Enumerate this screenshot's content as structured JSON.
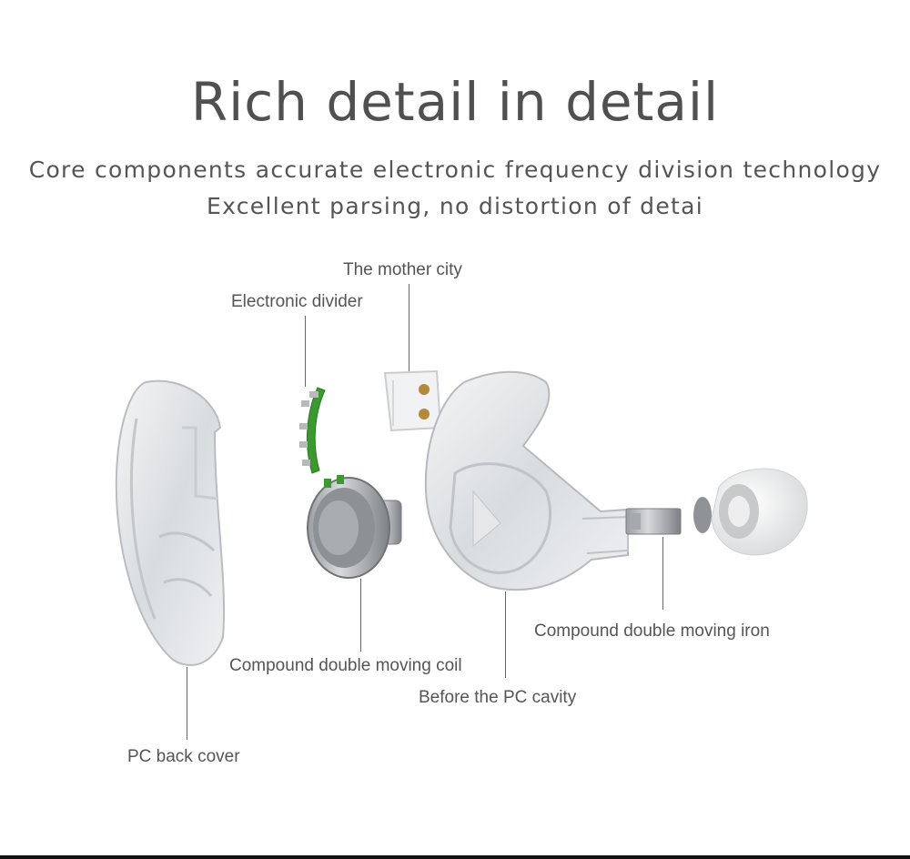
{
  "header": {
    "title": "Rich detail in detail",
    "subtitle_line1": "Core components accurate electronic frequency division technology",
    "subtitle_line2": "Excellent parsing, no distortion of detai"
  },
  "callouts": {
    "mother_city": "The mother city",
    "electronic_divider": "Electronic divider",
    "moving_coil": "Compound double moving coil",
    "moving_iron": "Compound double moving iron",
    "pc_cavity": "Before the PC cavity",
    "pc_back_cover": "PC back cover"
  },
  "colors": {
    "background": "#ffffff",
    "text": "#555555",
    "pcb_green": "#3a9a2e"
  }
}
